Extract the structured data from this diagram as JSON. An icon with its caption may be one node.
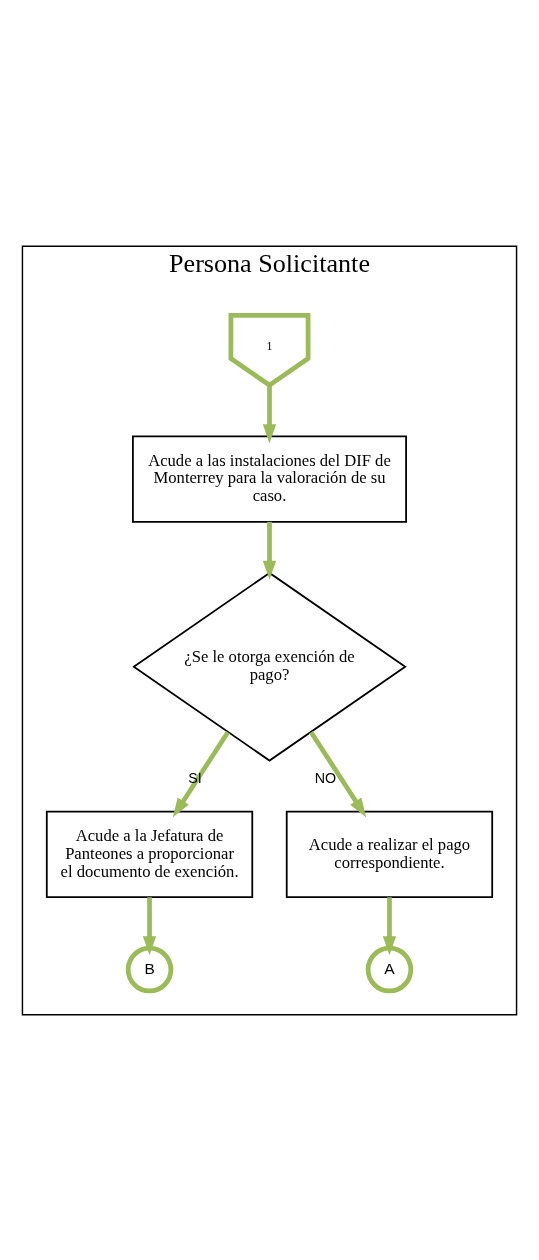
{
  "diagram": {
    "nodes": [
      {
        "text": [
          "Persona Solicitante"
        ]
      },
      {
        "text": [
          "1"
        ],
        "in": 0
      },
      {
        "text": [
          "Acude a las instalaciones del DIF de Monterrey para la valoración de su caso."
        ],
        "in": 0
      },
      {
        "text": [
          "¿Se le otorga exención de pago?"
        ],
        "in": 0
      },
      {
        "text": [
          "Acude a realizar el pago correspondiente."
        ],
        "in": 0
      },
      {
        "text": [
          "Acude a la Jefatura de Panteones a proporcionar el documento de exención."
        ],
        "in": 0
      },
      {
        "text": [
          "A"
        ],
        "in": 0
      },
      {
        "text": [
          "B"
        ],
        "in": 0
      }
    ],
    "edges": [
      {
        "from": 1,
        "to": 2,
        "arrow": "to"
      },
      {
        "from": 2,
        "to": 3,
        "arrow": "to"
      },
      {
        "from": 3,
        "to": 5,
        "arrow": "to",
        "label": "SI"
      },
      {
        "from": 3,
        "to": 4,
        "arrow": "to",
        "label": "NO"
      },
      {
        "from": 4,
        "to": 6,
        "arrow": "to"
      },
      {
        "from": 5,
        "to": 7,
        "arrow": "to"
      }
    ]
  }
}
